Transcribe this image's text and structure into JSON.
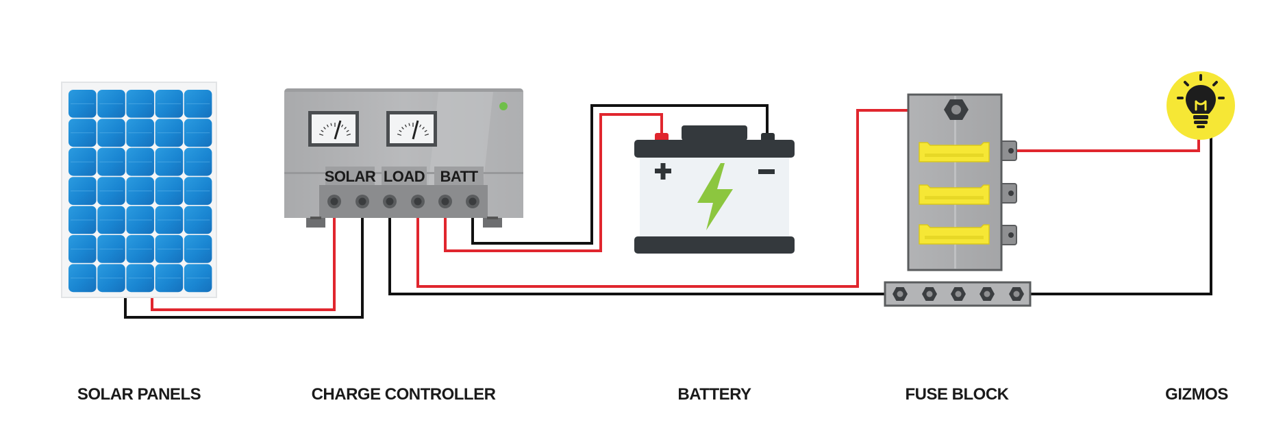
{
  "labels": {
    "solar_panels": "SOLAR PANELS",
    "charge_controller": "CHARGE CONTROLLER",
    "battery": "BATTERY",
    "fuse_block": "FUSE BLOCK",
    "gizmos": "GIZMOS"
  },
  "controller_terminals": {
    "solar": "SOLAR",
    "load": "LOAD",
    "batt": "BATT"
  },
  "colors": {
    "positive_wire": "#e0262e",
    "negative_wire": "#111111",
    "panel_cell": "#1f8fd8",
    "controller_body": "#b4b5b7",
    "battery_terminal_red": "#e0262e",
    "bolt": "#8cc63f",
    "fuse": "#f6e735",
    "bulb_bg": "#f6e735"
  },
  "icons": {
    "battery_plus": "plus-icon",
    "battery_minus": "minus-icon",
    "battery_bolt": "lightning-bolt-icon",
    "gizmo": "light-bulb-icon"
  }
}
